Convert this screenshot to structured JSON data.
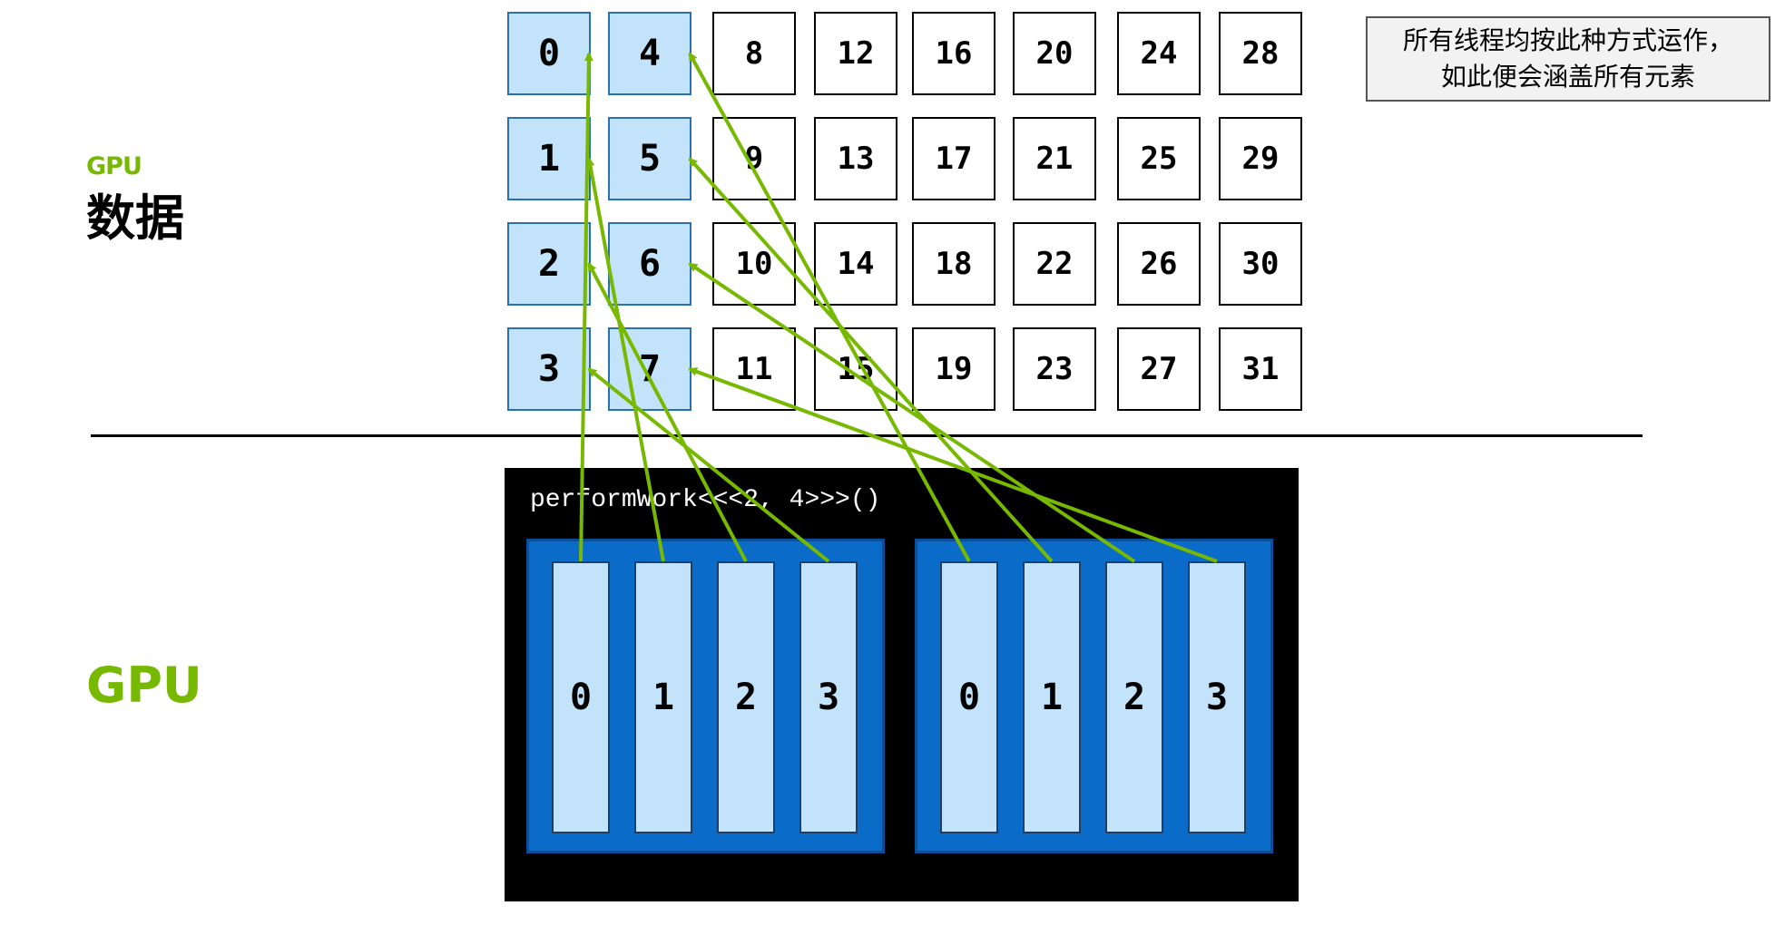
{
  "labels": {
    "data_sub": "GPU",
    "data_title": "数据",
    "gpu_title": "GPU"
  },
  "grid": {
    "columns": [
      [
        "0",
        "1",
        "2",
        "3"
      ],
      [
        "4",
        "5",
        "6",
        "7"
      ],
      [
        "8",
        "9",
        "10",
        "11"
      ],
      [
        "12",
        "13",
        "14",
        "15"
      ],
      [
        "16",
        "17",
        "18",
        "19"
      ],
      [
        "20",
        "21",
        "22",
        "23"
      ],
      [
        "24",
        "25",
        "26",
        "27"
      ],
      [
        "28",
        "29",
        "30",
        "31"
      ]
    ],
    "highlighted_columns": [
      0,
      1
    ]
  },
  "note": {
    "line1": "所有线程均按此种方式运作，",
    "line2": "如此便会涵盖所有元素"
  },
  "gpu": {
    "kernel_call": "performWork<<<2, 4>>>()",
    "blocks": [
      {
        "threads": [
          "0",
          "1",
          "2",
          "3"
        ]
      },
      {
        "threads": [
          "0",
          "1",
          "2",
          "3"
        ]
      }
    ]
  },
  "colors": {
    "accent_green": "#76b900",
    "highlight_cell": "#c2e3f9",
    "block_blue": "#0b6bc8",
    "thread_fill": "#c2e3f9",
    "panel_black": "#000000"
  },
  "arrows_map": [
    {
      "block": 0,
      "thread": 0,
      "target": "0"
    },
    {
      "block": 0,
      "thread": 1,
      "target": "1"
    },
    {
      "block": 0,
      "thread": 2,
      "target": "2"
    },
    {
      "block": 0,
      "thread": 3,
      "target": "3"
    },
    {
      "block": 1,
      "thread": 0,
      "target": "4"
    },
    {
      "block": 1,
      "thread": 1,
      "target": "5"
    },
    {
      "block": 1,
      "thread": 2,
      "target": "6"
    },
    {
      "block": 1,
      "thread": 3,
      "target": "7"
    }
  ]
}
